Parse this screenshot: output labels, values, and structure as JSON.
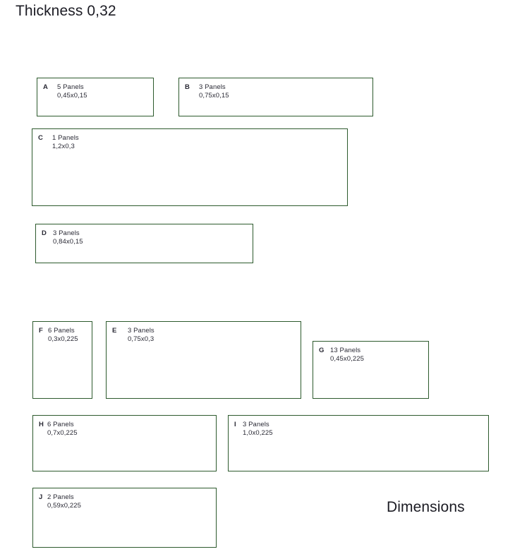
{
  "header": {
    "title": "Thickness 0,32"
  },
  "footer": {
    "dimensions_label": "Dimensions"
  },
  "chart_data": {
    "type": "table",
    "title": "Thickness 0,32",
    "annotations": [
      "Dimensions"
    ],
    "columns": [
      "id",
      "panels",
      "dimensions"
    ],
    "rows": [
      {
        "id": "A",
        "count": "5 Panels",
        "size": "0,45x0,15",
        "panels": 5,
        "width": 0.45,
        "height": 0.15
      },
      {
        "id": "B",
        "count": "3 Panels",
        "size": "0,75x0,15",
        "panels": 3,
        "width": 0.75,
        "height": 0.15
      },
      {
        "id": "C",
        "count": "1 Panels",
        "size": "1,2x0,3",
        "panels": 1,
        "width": 1.2,
        "height": 0.3
      },
      {
        "id": "D",
        "count": "3 Panels",
        "size": "0,84x0,15",
        "panels": 3,
        "width": 0.84,
        "height": 0.15
      },
      {
        "id": "F",
        "count": "6 Panels",
        "size": "0,3x0,225",
        "panels": 6,
        "width": 0.3,
        "height": 0.225
      },
      {
        "id": "E",
        "count": "3 Panels",
        "size": "0,75x0,3",
        "panels": 3,
        "width": 0.75,
        "height": 0.3
      },
      {
        "id": "G",
        "count": "13 Panels",
        "size": "0,45x0,225",
        "panels": 13,
        "width": 0.45,
        "height": 0.225
      },
      {
        "id": "H",
        "count": "6 Panels",
        "size": "0,7x0,225",
        "panels": 6,
        "width": 0.7,
        "height": 0.225
      },
      {
        "id": "I",
        "count": "3 Panels",
        "size": "1,0x0,225",
        "panels": 3,
        "width": 1.0,
        "height": 0.225
      },
      {
        "id": "J",
        "count": "2 Panels",
        "size": "0,59x0,225",
        "panels": 2,
        "width": 0.59,
        "height": 0.225
      }
    ]
  },
  "panels": [
    {
      "id": "A",
      "count": "5 Panels",
      "size": "0,45x0,15"
    },
    {
      "id": "B",
      "count": "3 Panels",
      "size": "0,75x0,15"
    },
    {
      "id": "C",
      "count": "1 Panels",
      "size": "1,2x0,3"
    },
    {
      "id": "D",
      "count": "3 Panels",
      "size": "0,84x0,15"
    },
    {
      "id": "F",
      "count": "6 Panels",
      "size": "0,3x0,225"
    },
    {
      "id": "E",
      "count": "3 Panels",
      "size": "0,75x0,3"
    },
    {
      "id": "G",
      "count": "13 Panels",
      "size": "0,45x0,225"
    },
    {
      "id": "H",
      "count": "6 Panels",
      "size": "0,7x0,225"
    },
    {
      "id": "I",
      "count": "3 Panels",
      "size": "1,0x0,225"
    },
    {
      "id": "J",
      "count": "2 Panels",
      "size": "0,59x0,225"
    }
  ],
  "colors": {
    "border": "#2d5a2d",
    "text": "#2a2a35",
    "title": "#1c1c24",
    "background": "#ffffff"
  }
}
